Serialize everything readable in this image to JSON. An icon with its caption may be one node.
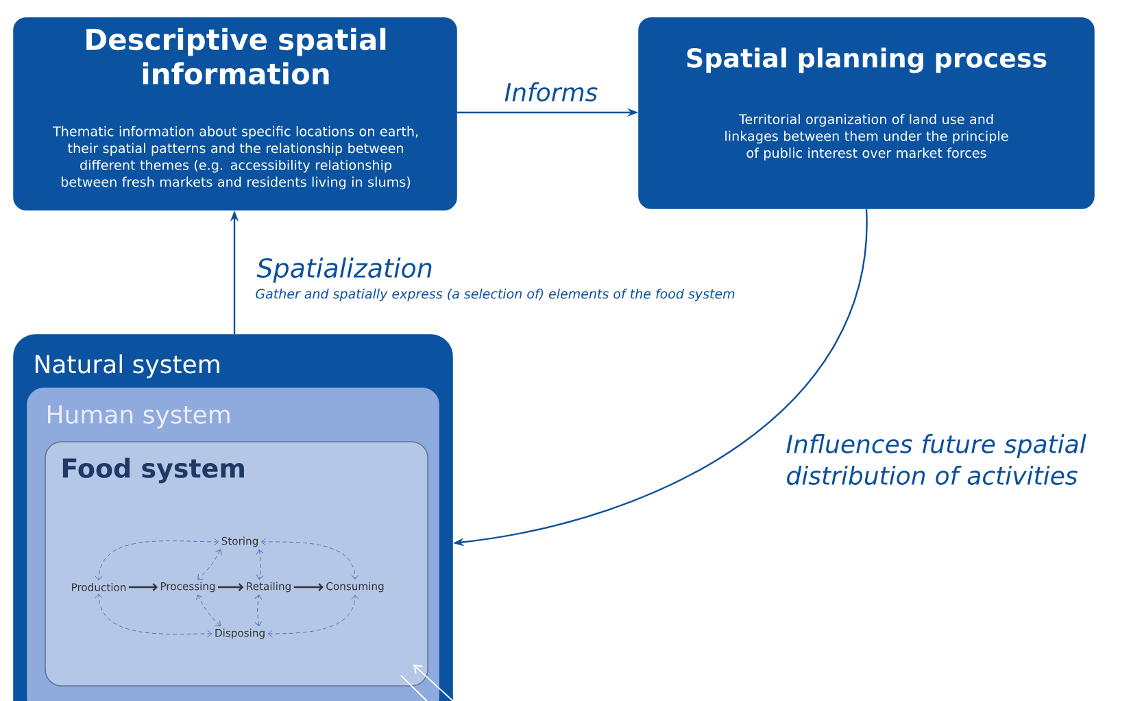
{
  "diagram": {
    "nodes": [
      {
        "text": [
          "Descriptive spatial information",
          "Thematic information about specific locations on earth, their spatial patterns and the relationship between different themes (e.g. accessibility relationship between fresh markets and residents living in slums)"
        ]
      },
      {
        "text": [
          "Spatial planning process",
          "Territorial organization of land use and linkages between them under the principle of public interest over market forces"
        ]
      },
      {
        "text": [
          "Natural system"
        ]
      },
      {
        "text": [
          "Human system"
        ],
        "in": 2
      },
      {
        "text": [
          "Food system"
        ],
        "in": 3
      },
      {
        "text": [
          "Storing"
        ],
        "in": 4
      },
      {
        "text": [
          "Production"
        ],
        "in": 4
      },
      {
        "text": [
          "Processing"
        ],
        "in": 4
      },
      {
        "text": [
          "Retailing"
        ],
        "in": 4
      },
      {
        "text": [
          "Consuming"
        ],
        "in": 4
      },
      {
        "text": [
          "Disposing"
        ],
        "in": 4
      }
    ],
    "edges": [
      {
        "from": 2,
        "to": 0,
        "arrow": "to",
        "label": "Spatialization",
        "color": "#0b4f9c"
      },
      {
        "from": 0,
        "to": 1,
        "arrow": "to",
        "label": "Informs",
        "color": "#0b4f9c"
      },
      {
        "from": 1,
        "to": 2,
        "arrow": "to",
        "label": "Influences future spatial distribution of activities",
        "color": "#0b4f9c"
      },
      {
        "from": 6,
        "to": 7,
        "arrow": "to",
        "color": "#333333"
      },
      {
        "from": 7,
        "to": 8,
        "arrow": "to",
        "color": "#333333"
      },
      {
        "from": 8,
        "to": 9,
        "arrow": "to",
        "color": "#333333"
      },
      {
        "from": 5,
        "to": 6,
        "arrow": "both",
        "style": "dashed"
      },
      {
        "from": 5,
        "to": 7,
        "arrow": "both",
        "style": "dashed"
      },
      {
        "from": 5,
        "to": 8,
        "arrow": "both",
        "style": "dashed"
      },
      {
        "from": 5,
        "to": 9,
        "arrow": "both",
        "style": "dashed"
      },
      {
        "from": 10,
        "to": 6,
        "arrow": "both",
        "style": "dashed"
      },
      {
        "from": 10,
        "to": 7,
        "arrow": "both",
        "style": "dashed"
      },
      {
        "from": 10,
        "to": 8,
        "arrow": "both",
        "style": "dashed"
      },
      {
        "from": 10,
        "to": 9,
        "arrow": "both",
        "style": "dashed"
      },
      {
        "from": 2,
        "to": 4,
        "arrow": "to",
        "color": "#ffffff"
      },
      {
        "from": 4,
        "to": 2,
        "arrow": "none",
        "color": "#ffffff"
      }
    ],
    "labels": [
      "Gather and spatially express (a selection of) elements of the food system"
    ]
  }
}
